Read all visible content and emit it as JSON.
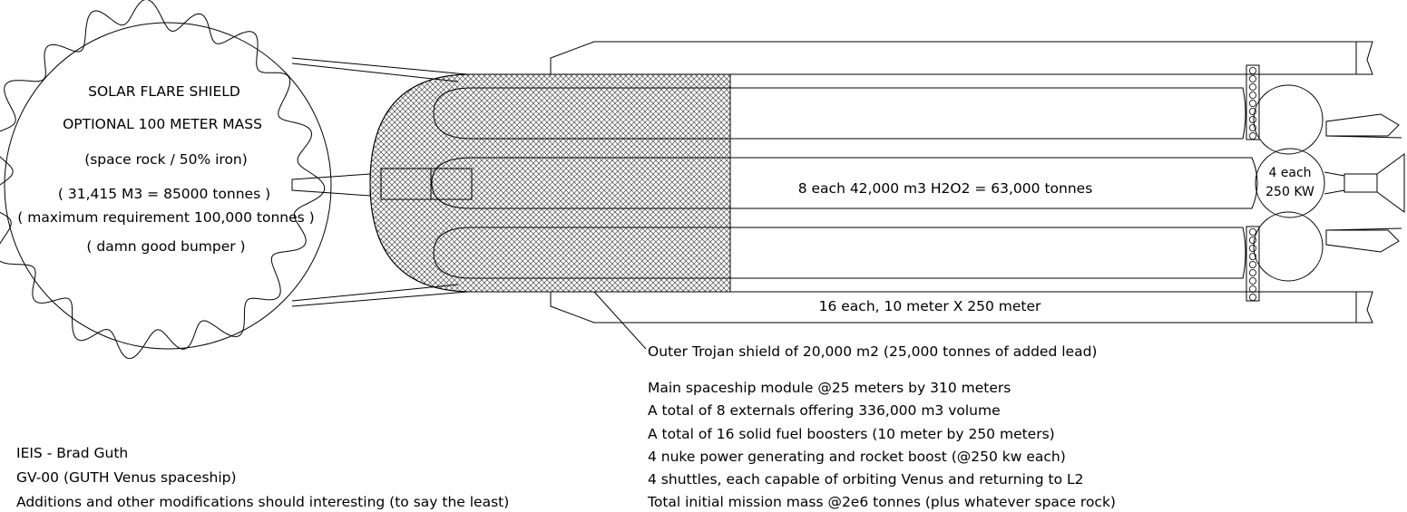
{
  "diagram": {
    "shield_labels": [
      "SOLAR FLARE SHIELD",
      "OPTIONAL 100 METER MASS",
      "(space rock / 50% iron)",
      "( 31,415 M3 = 85000 tonnes )",
      "( maximum requirement 100,000 tonnes )",
      "( damn good bumper )"
    ],
    "tank_label": "8 each   42,000 m3    H2O2 = 63,000 tonnes",
    "booster_label": "16 each, 10 meter X 250 meter",
    "power_label": [
      "4 each",
      "250 KW"
    ],
    "callout_label": "Outer Trojan shield of 20,000 m2 (25,000 tonnes of added lead)",
    "spec_lines": [
      "Main spaceship module @25 meters by 310 meters",
      "A total of 8 externals offering 336,000 m3 volume",
      "A total of 16 solid fuel boosters (10 meter by 250 meters)",
      "4 nuke power generating and rocket boost (@250 kw each)",
      "4 shuttles, each capable of orbiting Venus and returning to L2",
      "Total initial mission mass @2e6 tonnes (plus whatever space rock)"
    ],
    "credits": [
      "IEIS - Brad Guth",
      "GV-00 (GUTH Venus spaceship)",
      "Additions and other modifications should interesting (to say the least)"
    ]
  }
}
